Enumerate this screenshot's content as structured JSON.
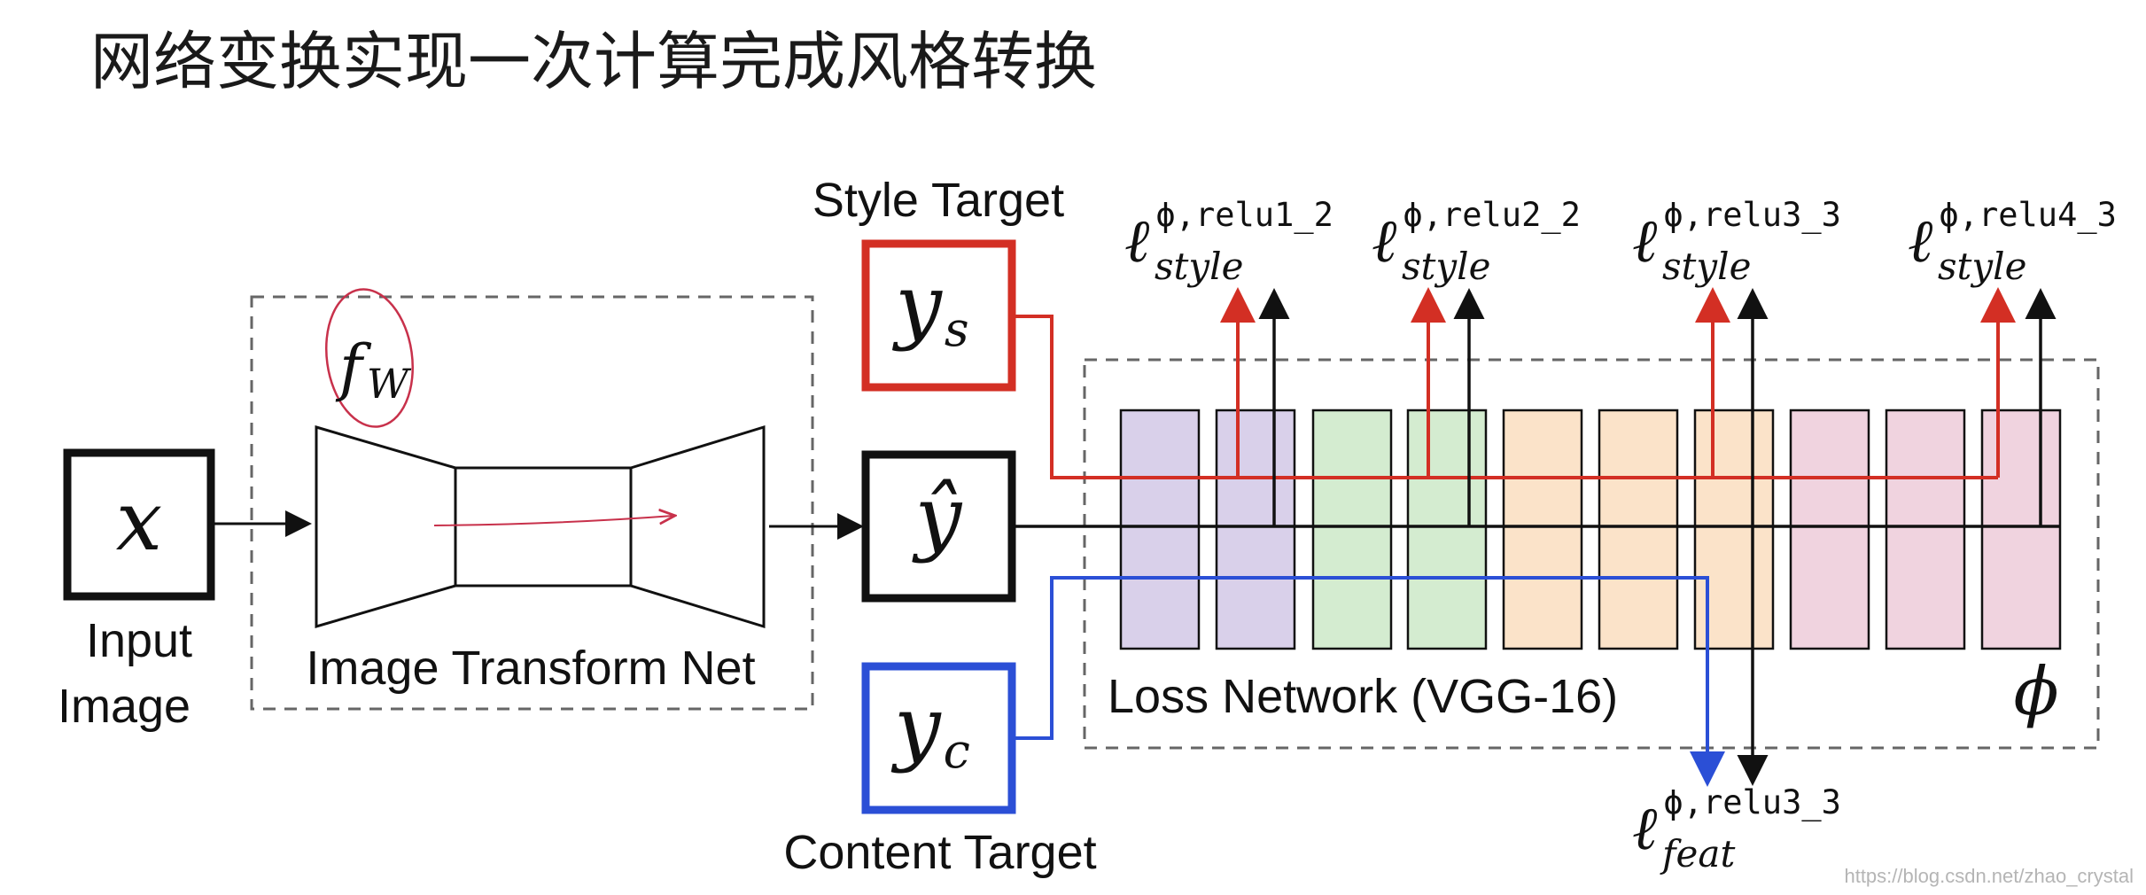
{
  "page": {
    "title": "网络变换实现一次计算完成风格转换"
  },
  "input": {
    "symbol": "x",
    "label_line1": "Input",
    "label_line2": "Image"
  },
  "transform_net": {
    "symbol": "f",
    "subscript": "W",
    "label": "Image Transform Net"
  },
  "output": {
    "symbol": "ŷ"
  },
  "style_target": {
    "label": "Style Target",
    "symbol": "y",
    "subscript": "s"
  },
  "content_target": {
    "label": "Content Target",
    "symbol": "y",
    "subscript": "c"
  },
  "loss_network": {
    "label": "Loss Network (VGG-16)",
    "symbol": "ϕ",
    "layer_colors": [
      "#d9d0ea",
      "#d9d0ea",
      "#d4ecd0",
      "#d4ecd0",
      "#fbe3c9",
      "#fbe3c9",
      "#fbe3c9",
      "#f0d3df",
      "#f0d3df",
      "#f0d3df"
    ]
  },
  "style_losses": [
    {
      "symbol": "ℓ",
      "superscript": "ϕ,relu1_2",
      "subscript": "style"
    },
    {
      "symbol": "ℓ",
      "superscript": "ϕ,relu2_2",
      "subscript": "style"
    },
    {
      "symbol": "ℓ",
      "superscript": "ϕ,relu3_3",
      "subscript": "style"
    },
    {
      "symbol": "ℓ",
      "superscript": "ϕ,relu4_3",
      "subscript": "style"
    }
  ],
  "feat_loss": {
    "symbol": "ℓ",
    "superscript": "ϕ,relu3_3",
    "subscript": "feat"
  },
  "watermark": "https://blog.csdn.net/zhao_crystal",
  "colors": {
    "style": "#d32f24",
    "content": "#2b4fd6",
    "annotation": "#c8314b",
    "line": "#111111"
  }
}
